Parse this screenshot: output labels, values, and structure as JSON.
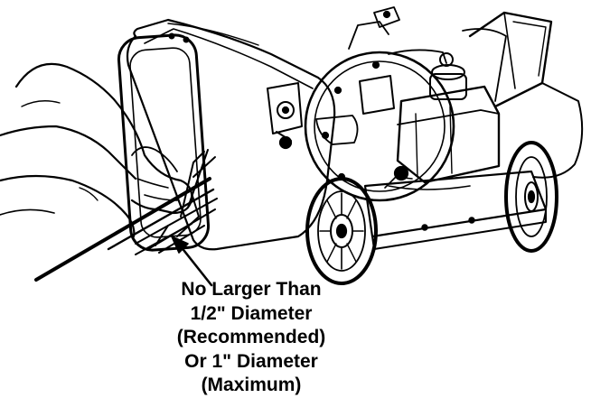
{
  "callout": {
    "lines": [
      "No Larger Than",
      "1/2\" Diameter",
      "(Recommended)",
      "Or 1\" Diameter",
      "(Maximum)"
    ]
  },
  "colors": {
    "ink": "#000000",
    "paper": "#ffffff"
  }
}
